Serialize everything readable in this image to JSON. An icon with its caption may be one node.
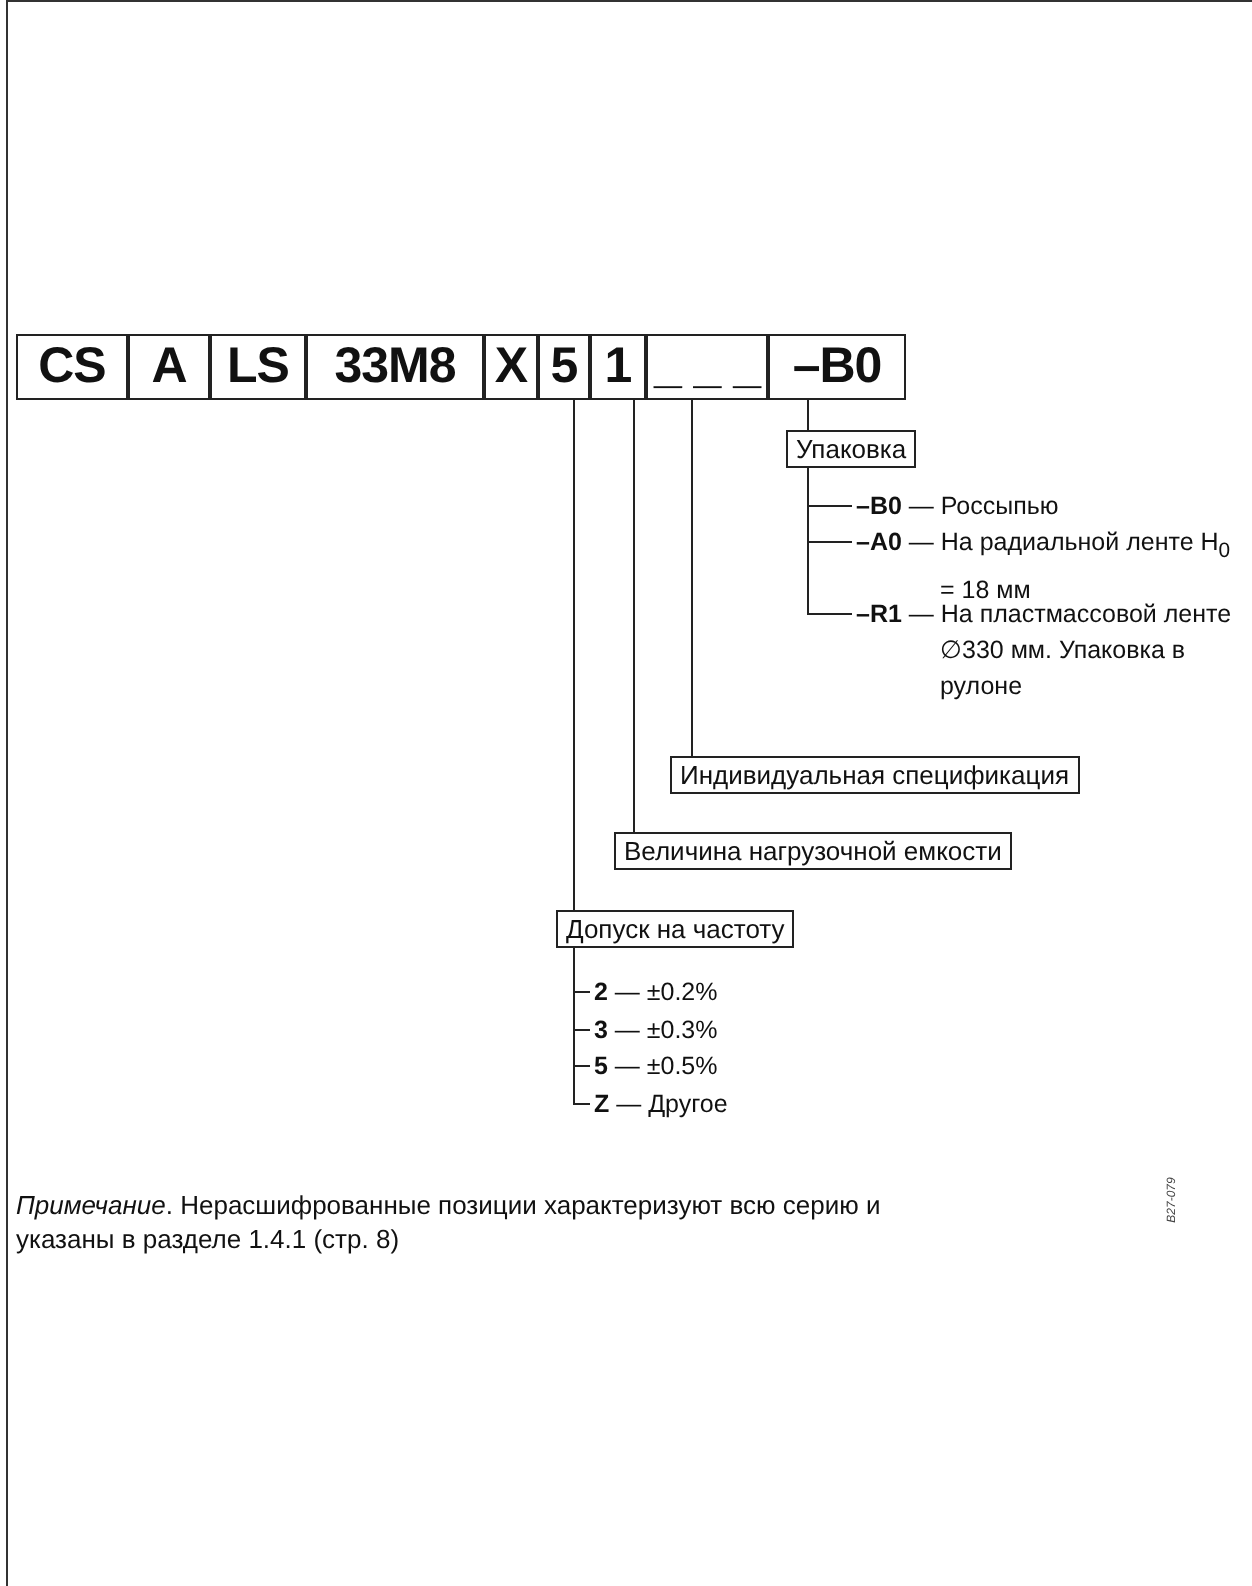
{
  "diagram": {
    "nodes": [
      {
        "text": [
          "CS"
        ]
      },
      {
        "text": [
          "A"
        ]
      },
      {
        "text": [
          "LS"
        ]
      },
      {
        "text": [
          "33M8"
        ]
      },
      {
        "text": [
          "X"
        ]
      },
      {
        "text": [
          "5"
        ]
      },
      {
        "text": [
          "1"
        ]
      },
      {
        "text": [
          "_ _ _"
        ]
      },
      {
        "text": [
          "–B0"
        ]
      },
      {
        "text": [
          "Упаковка"
        ]
      },
      {
        "text": [
          "**–B0** — Россыпью"
        ]
      },
      {
        "text": [
          "**–A0** — На радиальной ленте H$_{0}$ = 18 мм"
        ]
      },
      {
        "text": [
          "**–R1** — На пластмассовой ленте ∅330 мм. Упаковка в рулоне"
        ]
      },
      {
        "text": [
          "Индивидуальная спецификация"
        ]
      },
      {
        "text": [
          "Величина нагрузочной емкости"
        ]
      },
      {
        "text": [
          "Допуск на частоту"
        ]
      },
      {
        "text": [
          "**2** — ±0.2%"
        ]
      },
      {
        "text": [
          "**3** — ±0.3%"
        ]
      },
      {
        "text": [
          "**5** — ±0.5%"
        ]
      },
      {
        "text": [
          "**Z** — Другое"
        ]
      }
    ],
    "edges": [
      {
        "from": 8,
        "to": 9,
        "arrow": "none"
      },
      {
        "from": 9,
        "to": 10,
        "arrow": "none"
      },
      {
        "from": 9,
        "to": 11,
        "arrow": "none"
      },
      {
        "from": 9,
        "to": 12,
        "arrow": "none"
      },
      {
        "from": 7,
        "to": 13,
        "arrow": "none"
      },
      {
        "from": 6,
        "to": 14,
        "arrow": "none"
      },
      {
        "from": 5,
        "to": 15,
        "arrow": "none"
      },
      {
        "from": 15,
        "to": 16,
        "arrow": "none"
      },
      {
        "from": 15,
        "to": 17,
        "arrow": "none"
      },
      {
        "from": 15,
        "to": 18,
        "arrow": "none"
      },
      {
        "from": 15,
        "to": 19,
        "arrow": "none"
      }
    ],
    "labels": [
      "*Примечание*. Нерасшифрованные позиции характеризуют всю серию и указаны в разделе 1.4.1 (стр. 8)",
      "B27-079"
    ]
  }
}
